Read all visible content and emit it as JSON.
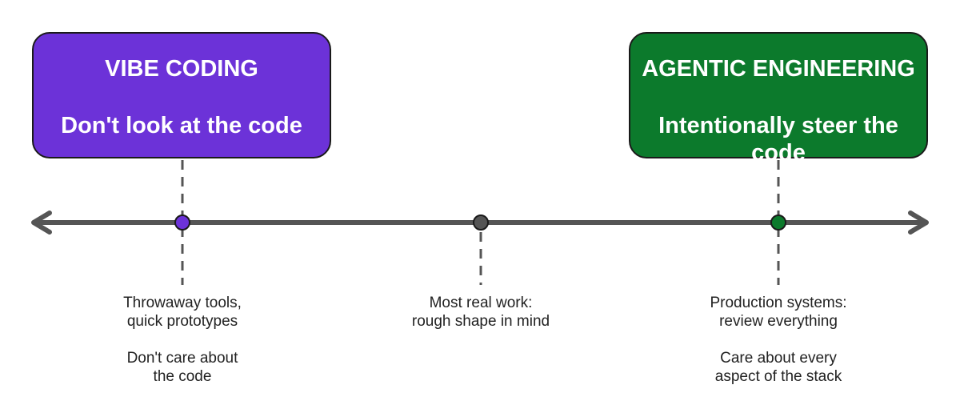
{
  "colors": {
    "vibe": "#6c32d8",
    "agentic": "#0c7a2c",
    "middle": "#555555",
    "axis": "#555555",
    "outline": "#1a1a1a"
  },
  "left_box": {
    "title": "VIBE CODING",
    "subtitle": "Don't look at the code"
  },
  "right_box": {
    "title": "AGENTIC ENGINEERING",
    "subtitle": "Intentionally steer the code"
  },
  "left_caption": {
    "line1": "Throwaway tools,",
    "line2": "quick prototypes",
    "line3": "Don't care about",
    "line4": "the code"
  },
  "middle_caption": {
    "line1": "Most real work:",
    "line2": "rough shape in mind"
  },
  "right_caption": {
    "line1": "Production systems:",
    "line2": "review everything",
    "line3": "Care about every",
    "line4": "aspect of the stack"
  }
}
